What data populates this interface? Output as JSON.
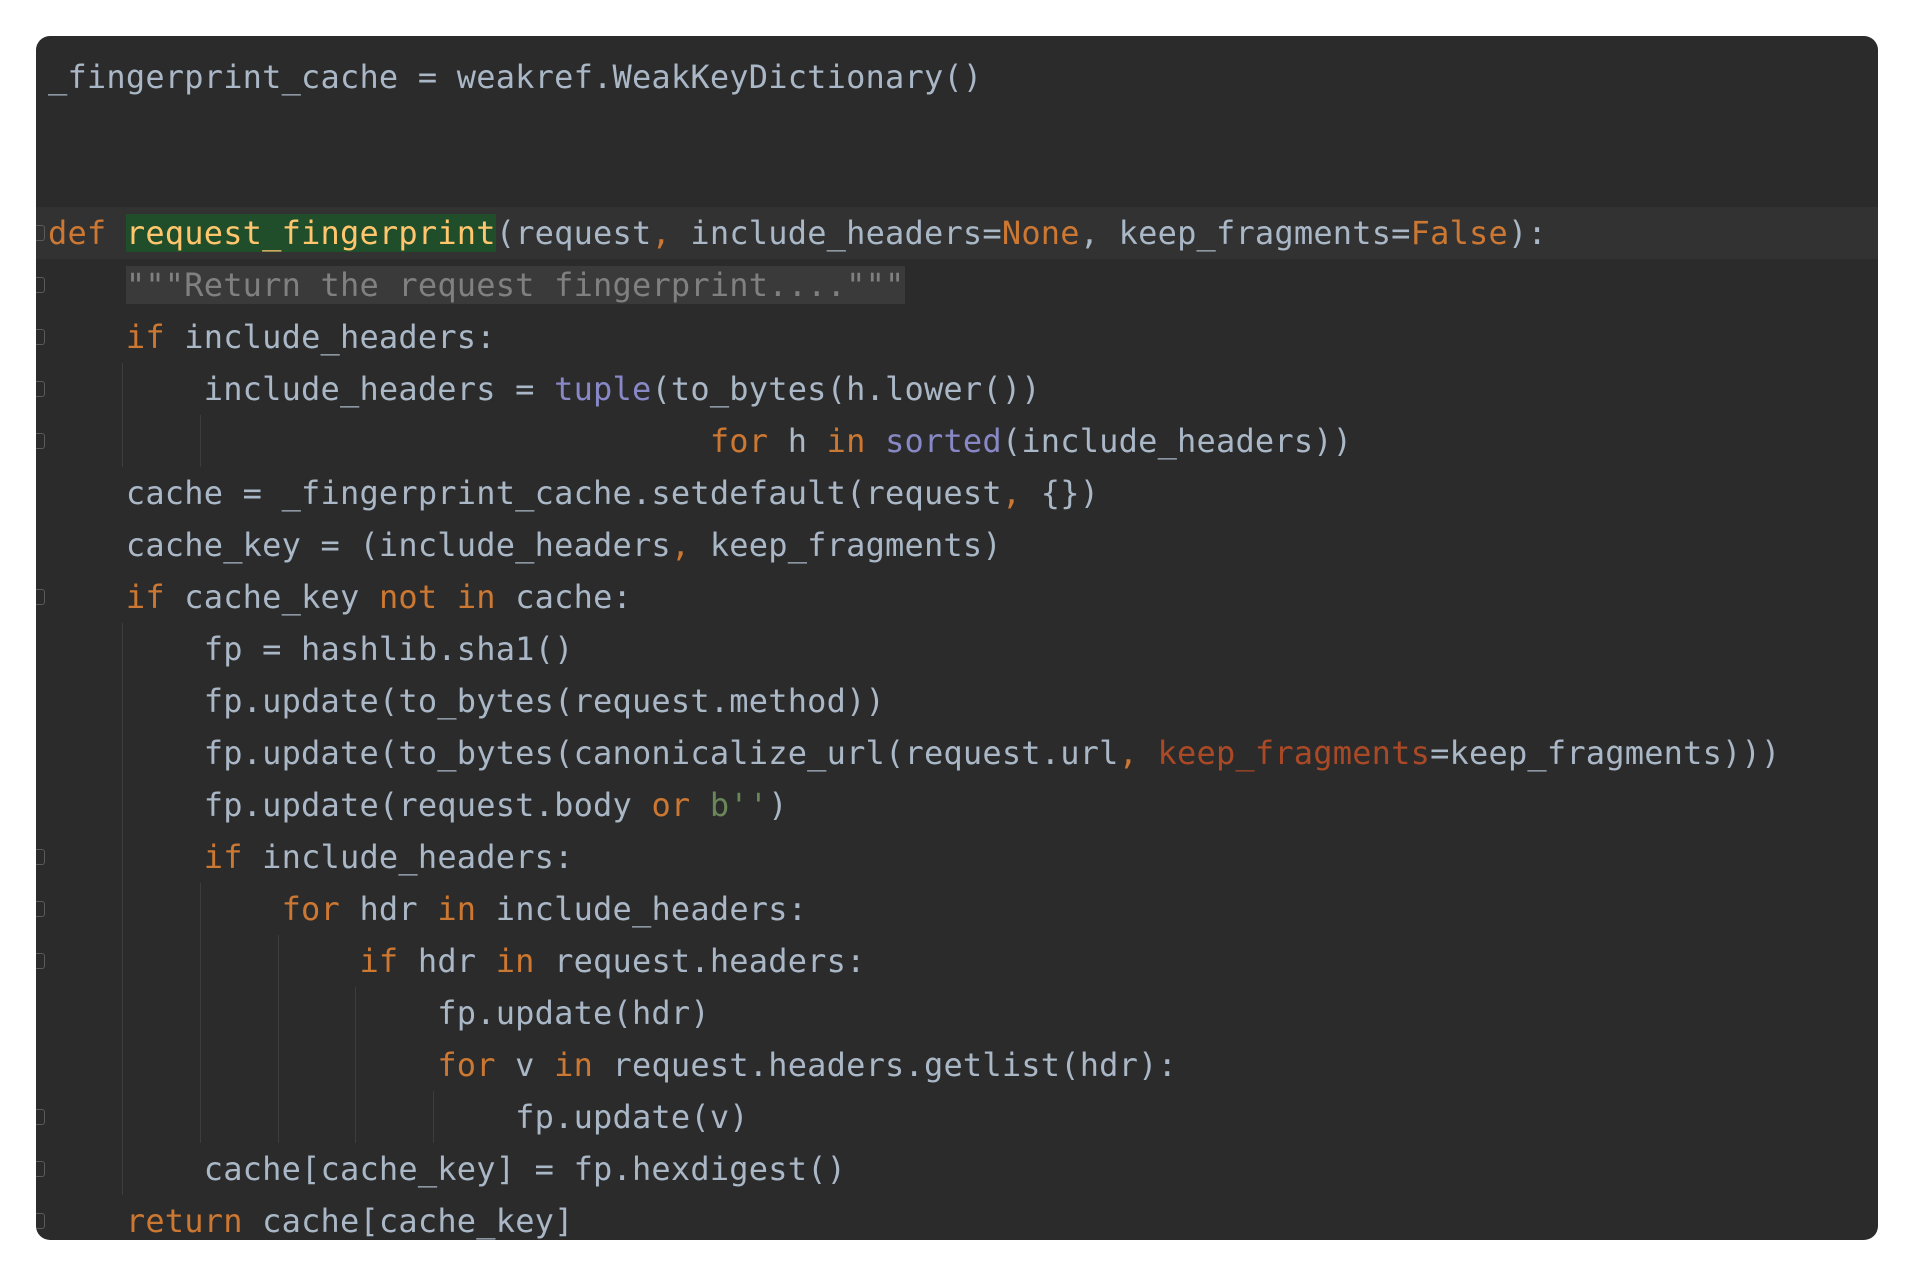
{
  "editor": {
    "language": "python",
    "colors": {
      "background": "#2b2b2b",
      "keyword": "#cc7832",
      "function_name": "#ffc66d",
      "builtin": "#8888c6",
      "docstring": "#808080",
      "string": "#6a8759",
      "keyword_argument": "#aa4926",
      "default_text": "#a9b7c6"
    },
    "lines": [
      [
        {
          "t": "_fingerprint_cache = weakref.WeakKeyDictionary()"
        }
      ],
      [],
      [],
      [
        {
          "t": "def",
          "c": "kw"
        },
        {
          "t": " "
        },
        {
          "t": "request_fingerprint",
          "c": "fn hl-fn"
        },
        {
          "t": "(request"
        },
        {
          "t": ",",
          "c": "kw"
        },
        {
          "t": " include_headers="
        },
        {
          "t": "None",
          "c": "kw"
        },
        {
          "t": ","
        },
        {
          "t": " keep_fragments="
        },
        {
          "t": "False",
          "c": "kw"
        },
        {
          "t": "):"
        }
      ],
      [
        {
          "t": "    "
        },
        {
          "t": "\"\"\"Return the request fingerprint....\"\"\"",
          "c": "doc hl-doc"
        }
      ],
      [
        {
          "t": "    "
        },
        {
          "t": "if",
          "c": "kw"
        },
        {
          "t": " include_headers:"
        }
      ],
      [
        {
          "t": "        include_headers = "
        },
        {
          "t": "tuple",
          "c": "bi"
        },
        {
          "t": "(to_bytes(h.lower())"
        }
      ],
      [
        {
          "t": "                                  "
        },
        {
          "t": "for",
          "c": "kw"
        },
        {
          "t": " h "
        },
        {
          "t": "in",
          "c": "kw"
        },
        {
          "t": " "
        },
        {
          "t": "sorted",
          "c": "bi"
        },
        {
          "t": "(include_headers))"
        }
      ],
      [
        {
          "t": "    cache = _fingerprint_cache.setdefault(request"
        },
        {
          "t": ",",
          "c": "kw"
        },
        {
          "t": " {})"
        }
      ],
      [
        {
          "t": "    cache_key = (include_headers"
        },
        {
          "t": ",",
          "c": "kw"
        },
        {
          "t": " keep_fragments)"
        }
      ],
      [
        {
          "t": "    "
        },
        {
          "t": "if",
          "c": "kw"
        },
        {
          "t": " cache_key "
        },
        {
          "t": "not",
          "c": "kw"
        },
        {
          "t": " "
        },
        {
          "t": "in",
          "c": "kw"
        },
        {
          "t": " cache:"
        }
      ],
      [
        {
          "t": "        fp = hashlib.sha1()"
        }
      ],
      [
        {
          "t": "        fp.update(to_bytes(request.method))"
        }
      ],
      [
        {
          "t": "        fp.update(to_bytes(canonicalize_url(request.url"
        },
        {
          "t": ",",
          "c": "kw"
        },
        {
          "t": " "
        },
        {
          "t": "keep_fragments",
          "c": "kwarg"
        },
        {
          "t": "=keep_fragments)))"
        }
      ],
      [
        {
          "t": "        fp.update(request.body "
        },
        {
          "t": "or",
          "c": "kw"
        },
        {
          "t": " "
        },
        {
          "t": "b''",
          "c": "str"
        },
        {
          "t": ")"
        }
      ],
      [
        {
          "t": "        "
        },
        {
          "t": "if",
          "c": "kw"
        },
        {
          "t": " include_headers:"
        }
      ],
      [
        {
          "t": "            "
        },
        {
          "t": "for",
          "c": "kw"
        },
        {
          "t": " hdr "
        },
        {
          "t": "in",
          "c": "kw"
        },
        {
          "t": " include_headers:"
        }
      ],
      [
        {
          "t": "                "
        },
        {
          "t": "if",
          "c": "kw"
        },
        {
          "t": " hdr "
        },
        {
          "t": "in",
          "c": "kw"
        },
        {
          "t": " request.headers:"
        }
      ],
      [
        {
          "t": "                    fp.update(hdr)"
        }
      ],
      [
        {
          "t": "                    "
        },
        {
          "t": "for",
          "c": "kw"
        },
        {
          "t": " v "
        },
        {
          "t": "in",
          "c": "kw"
        },
        {
          "t": " request.headers.getlist(hdr):"
        }
      ],
      [
        {
          "t": "                        fp.update(v)"
        }
      ],
      [
        {
          "t": "        cache[cache_key] = fp.hexdigest()"
        }
      ],
      [
        {
          "t": "    "
        },
        {
          "t": "return",
          "c": "kw"
        },
        {
          "t": " cache[cache_key]"
        }
      ]
    ],
    "current_line": 3,
    "fold_markers": [
      3,
      4,
      5,
      6,
      7,
      10,
      15,
      16,
      17,
      20,
      21,
      22
    ]
  }
}
